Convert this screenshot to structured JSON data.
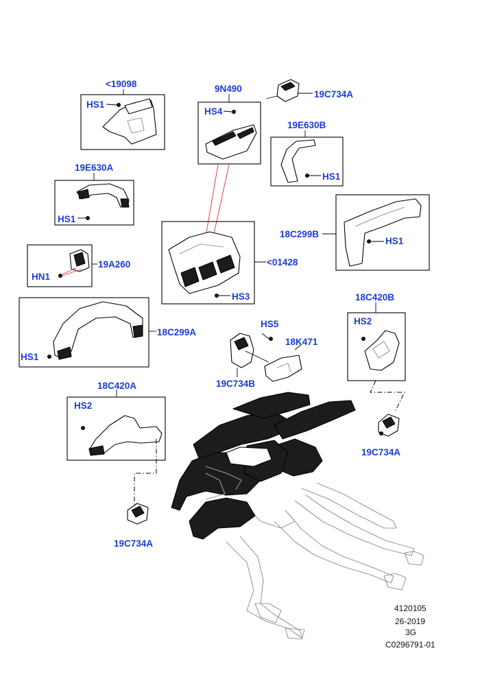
{
  "colors": {
    "label": "#1a3cd6",
    "line": "#000000",
    "leader_red": "#e03030"
  },
  "labels": {
    "p19098": "<19098",
    "hs1_a": "HS1",
    "p9N490": "9N490",
    "hs4": "HS4",
    "p19C734A_top": "19C734A",
    "p19E630B": "19E630B",
    "hs1_b": "HS1",
    "p19E630A": "19E630A",
    "hs1_c": "HS1",
    "p18C299B": "18C299B",
    "hs1_d": "HS1",
    "p01428": "<01428",
    "hs3": "HS3",
    "p19A260": "19A260",
    "hn1": "HN1",
    "p18C420B": "18C420B",
    "hs2_b": "HS2",
    "p18C299A": "18C299A",
    "hs1_e": "HS1",
    "hs5": "HS5",
    "p18K471": "18K471",
    "p19C734B": "19C734B",
    "p18C420A": "18C420A",
    "hs2_a": "HS2",
    "p19C734A_right": "19C734A",
    "p19C734A_bottom": "19C734A"
  },
  "reference": {
    "line1": "4120105",
    "line2": "26-2019",
    "line3": "3G",
    "line4": "C0296791-01"
  }
}
